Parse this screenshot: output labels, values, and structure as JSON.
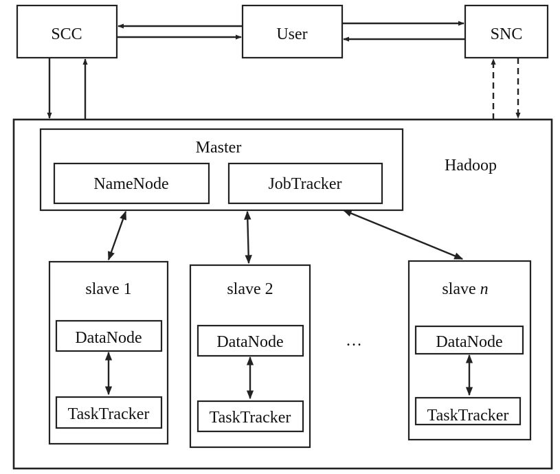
{
  "external": {
    "scc": "SCC",
    "user": "User",
    "snc": "SNC"
  },
  "hadoop": {
    "label": "Hadoop",
    "master": {
      "label": "Master",
      "namenode": "NameNode",
      "jobtracker": "JobTracker"
    },
    "slaves": [
      {
        "label": "slave 1",
        "datanode": "DataNode",
        "tasktracker": "TaskTracker"
      },
      {
        "label": "slave 2",
        "datanode": "DataNode",
        "tasktracker": "TaskTracker"
      },
      {
        "label_prefix": "slave ",
        "label_var": "n",
        "datanode": "DataNode",
        "tasktracker": "TaskTracker"
      }
    ],
    "ellipsis": "…"
  }
}
